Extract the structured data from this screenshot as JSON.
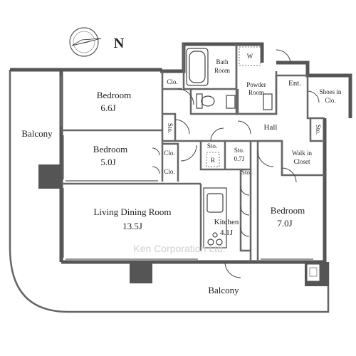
{
  "compass": {
    "north_label": "N"
  },
  "rooms": {
    "bedroom_1": {
      "name": "Bedroom",
      "size": "6.6J"
    },
    "bedroom_2": {
      "name": "Bedroom",
      "size": "5.0J"
    },
    "bedroom_3": {
      "name": "Bedroom",
      "size": "7.0J"
    },
    "living": {
      "name": "Living Dining Room",
      "size": "13.5J"
    },
    "kitchen": {
      "name": "Kitchen",
      "size": "4.1J"
    },
    "bath": {
      "line1": "Bath",
      "line2": "Room"
    },
    "powder": {
      "line1": "Powder",
      "line2": "Room"
    },
    "entrance": {
      "name": "Ent."
    },
    "shoes": {
      "line1": "Shoes in",
      "line2": "Clo."
    },
    "hall": {
      "name": "Hall"
    },
    "walkin": {
      "line1": "Walk in",
      "line2": "Closet"
    },
    "storage_main": {
      "name": "Sto.",
      "size": "0.7J"
    }
  },
  "small_labels": {
    "clo_1": "Clo.",
    "clo_2": "Clo.",
    "clo_3": "Clo.",
    "sto_1": "Sto.",
    "sto_2": "Sto.",
    "sto_3": "Sto.",
    "sto_4": "Sto.",
    "washer": "W",
    "fridge": "R"
  },
  "balconies": {
    "west": "Balcony",
    "south": "Balcony"
  },
  "watermark": "Ken Corporation Ltd."
}
